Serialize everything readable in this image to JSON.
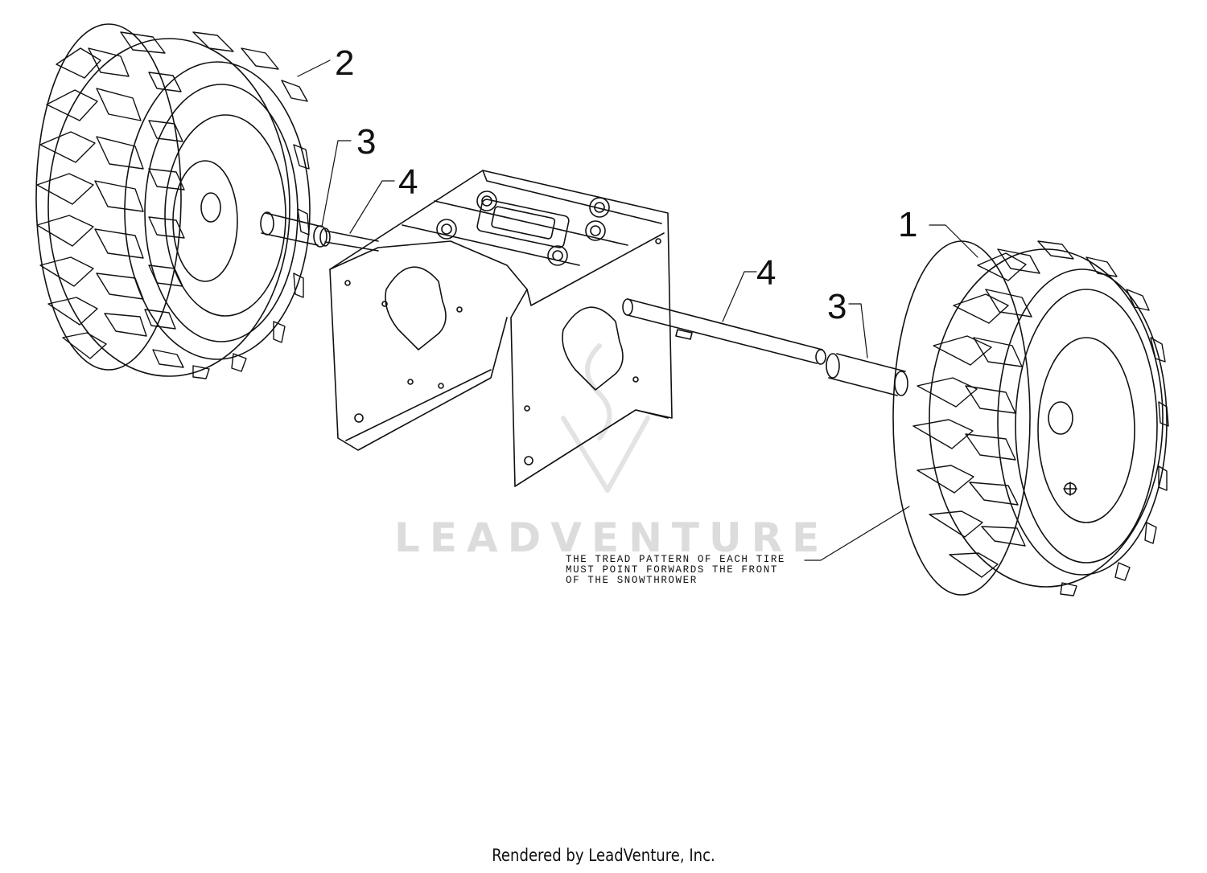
{
  "callouts": [
    {
      "id": "wheel-left",
      "label": "2"
    },
    {
      "id": "spacer-left",
      "label": "3"
    },
    {
      "id": "axle-left",
      "label": "4"
    },
    {
      "id": "wheel-right",
      "label": "1"
    },
    {
      "id": "axle-right",
      "label": "4"
    },
    {
      "id": "spacer-right",
      "label": "3"
    }
  ],
  "note": {
    "lines": [
      "THE TREAD PATTERN OF EACH TIRE",
      "MUST POINT FORWARDS THE FRONT",
      "OF THE SNOWTHROWER"
    ]
  },
  "watermark": "LEADVENTURE",
  "footer": "Rendered by LeadVenture, Inc."
}
